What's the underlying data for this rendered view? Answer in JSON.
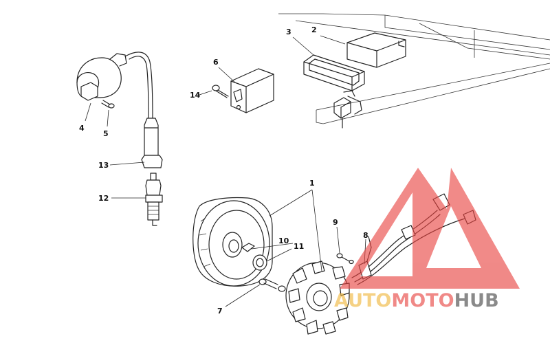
{
  "callouts": {
    "c1": "1",
    "c2": "2",
    "c3": "3",
    "c4": "4",
    "c5": "5",
    "c6": "6",
    "c7": "7",
    "c8": "8",
    "c9": "9",
    "c10": "10",
    "c11": "11",
    "c12": "12",
    "c13": "13",
    "c14": "14"
  },
  "watermark": {
    "part_a": "AUTO",
    "part_b": "MOTO",
    "part_c": "HUB",
    "color_a": "#f0b63a",
    "color_b": "#e8423f",
    "color_c": "#444444"
  }
}
